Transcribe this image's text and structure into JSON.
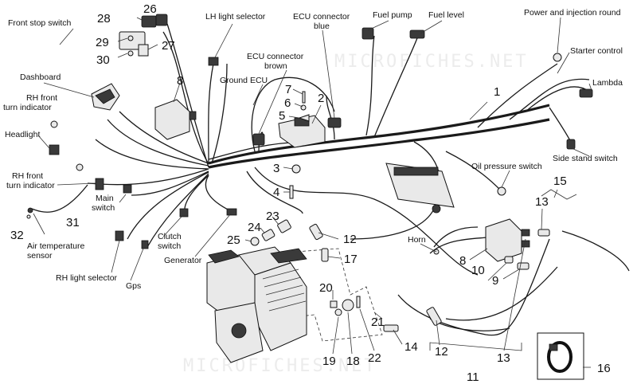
{
  "watermark": "MICROFICHES.NET",
  "labels": {
    "front_stop_switch": "Front stop switch",
    "dashboard": "Dashboard",
    "rh_front_turn_a_1": "RH front",
    "rh_front_turn_a_2": "turn indicator",
    "headlight": "Headlight",
    "rh_front_turn_b_1": "RH front",
    "rh_front_turn_b_2": "turn indicator",
    "main_switch_1": "Main",
    "main_switch_2": "switch",
    "air_temp_1": "Air temperature",
    "air_temp_2": "sensor",
    "rh_light_selector": "RH light selector",
    "gps": "Gps",
    "clutch_switch_1": "Clutch",
    "clutch_switch_2": "switch",
    "generator": "Generator",
    "lh_light_selector": "LH light selector",
    "ecu_blue_1": "ECU connector",
    "ecu_blue_2": "blue",
    "ecu_brown_1": "ECU connector",
    "ecu_brown_2": "brown",
    "ground_ecu": "Ground ECU",
    "fuel_pump": "Fuel pump",
    "fuel_level": "Fuel level",
    "power_injection": "Power and injection round",
    "starter_control": "Starter control",
    "lambda": "Lambda",
    "side_stand": "Side stand switch",
    "oil_pressure": "Oil pressure switch",
    "horn": "Horn"
  },
  "part_numbers": {
    "p1": "1",
    "p2": "2",
    "p3": "3",
    "p4": "4",
    "p5": "5",
    "p6": "6",
    "p7": "7",
    "p8a": "8",
    "p8b": "8",
    "p9": "9",
    "p10": "10",
    "p11": "11",
    "p12a": "12",
    "p12b": "12",
    "p13a": "13",
    "p13b": "13",
    "p14": "14",
    "p15": "15",
    "p16": "16",
    "p17": "17",
    "p18": "18",
    "p19": "19",
    "p20": "20",
    "p21": "21",
    "p22": "22",
    "p23": "23",
    "p24": "24",
    "p25": "25",
    "p26": "26",
    "p27": "27",
    "p28": "28",
    "p29": "29",
    "p30": "30",
    "p31": "31",
    "p32": "32"
  }
}
